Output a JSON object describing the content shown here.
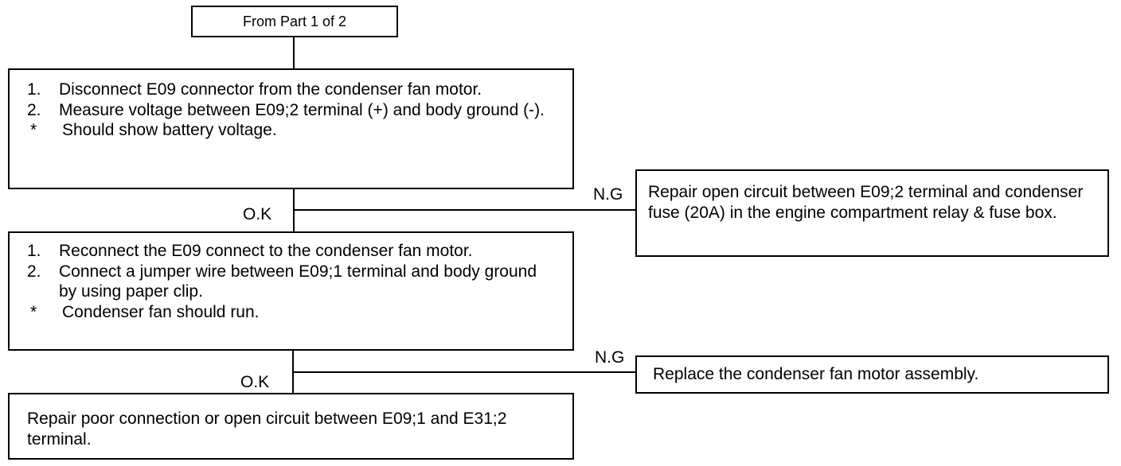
{
  "start": {
    "label": "From Part 1 of 2"
  },
  "step1": {
    "items": [
      {
        "marker": "1.",
        "text": "Disconnect E09 connector from the condenser fan motor."
      },
      {
        "marker": "2.",
        "text": "Measure voltage between E09;2 terminal (+) and body ground (-)."
      },
      {
        "marker": "*",
        "text": "Should show battery voltage."
      }
    ]
  },
  "branch1": {
    "ok_label": "O.K",
    "ng_label": "N.G",
    "ng_action": "Repair open circuit between E09;2 terminal and condenser fuse (20A) in the engine compartment relay & fuse box."
  },
  "step2": {
    "items": [
      {
        "marker": "1.",
        "text": "Reconnect the E09 connect to the condenser fan motor."
      },
      {
        "marker": "2.",
        "text": "Connect a jumper wire between E09;1 terminal and body ground by using paper clip."
      },
      {
        "marker": "*",
        "text": "Condenser fan should run."
      }
    ]
  },
  "branch2": {
    "ok_label": "O.K",
    "ng_label": "N.G",
    "ng_action": "Replace the condenser fan motor assembly."
  },
  "final": {
    "text": "Repair poor connection or open circuit between E09;1 and E31;2 terminal."
  }
}
